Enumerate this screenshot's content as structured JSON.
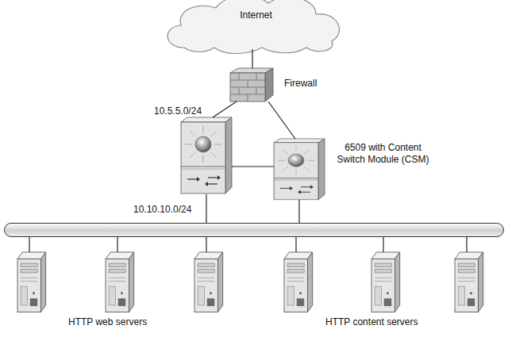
{
  "diagram": {
    "nodes": [
      {
        "text": [
          "Internet"
        ]
      },
      {
        "text": [
          "Firewall"
        ]
      },
      {
        "text": [
          "10.5.5.0/24"
        ]
      },
      {
        "text": [
          "6509 with Content Switch Module (CSM)"
        ]
      },
      {
        "text": [
          "10.10.10.0/24"
        ]
      }
    ],
    "edges": [
      {
        "from": 0,
        "to": 1,
        "arrow": "none"
      },
      {
        "from": 1,
        "to": 2,
        "arrow": "none"
      },
      {
        "from": 1,
        "to": 3,
        "arrow": "none"
      },
      {
        "from": 2,
        "to": 3,
        "arrow": "none"
      },
      {
        "from": 2,
        "to": 4,
        "arrow": "none"
      },
      {
        "from": 3,
        "to": 4,
        "arrow": "none"
      }
    ],
    "labels": [
      "HTTP web servers",
      "HTTP content servers"
    ]
  }
}
